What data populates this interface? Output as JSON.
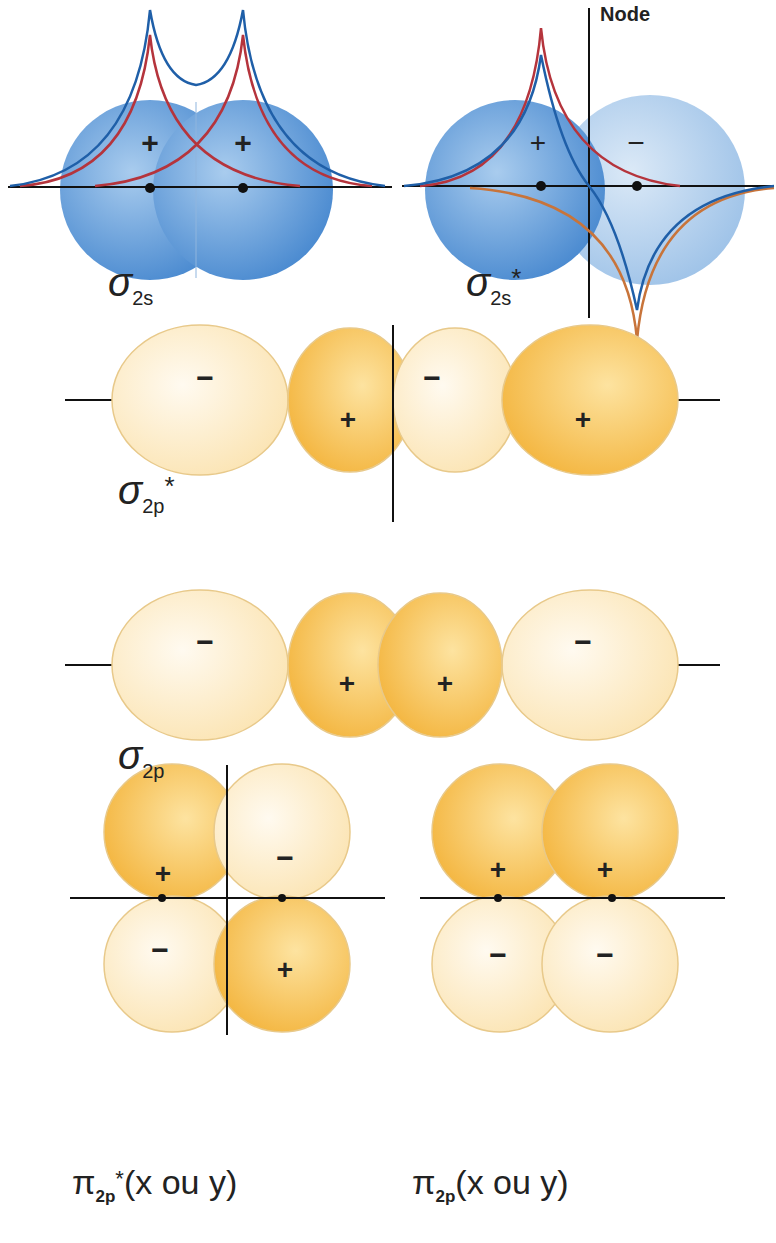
{
  "diagram": {
    "labels": [
      "+",
      "+",
      "Node",
      "+",
      "−",
      "σ2s",
      "σ2s*",
      "−",
      "+",
      "−",
      "+",
      "σ2p*",
      "−",
      "+",
      "+",
      "−",
      "σ2p",
      "+",
      "−",
      "−",
      "+",
      "+",
      "+",
      "−",
      "−",
      "π2p*(x ou y)",
      "π2p(x ou y)"
    ]
  }
}
